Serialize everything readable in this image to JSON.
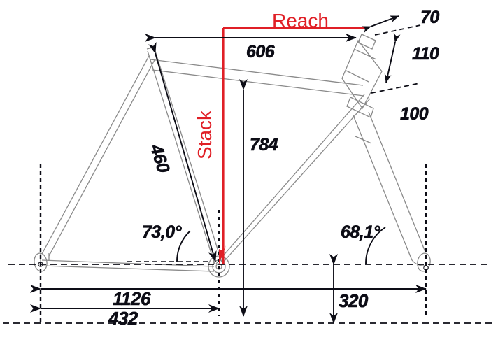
{
  "diagram": {
    "title": "Bicycle Frame Geometry",
    "units": "mm",
    "accent_color": "#e01f26",
    "line_color": "#0d0d16",
    "tube_color": "#8a8a8a"
  },
  "labels": {
    "reach": "Reach",
    "stack": "Stack",
    "top_tube_606": "606",
    "head_tube_70": "70",
    "head_tube_110": "110",
    "fork_100": "100",
    "seat_tube_460": "460",
    "stack_784": "784",
    "seat_angle": "73,0°",
    "head_angle": "68,1°",
    "wheelbase_1126": "1126",
    "chainstay_432": "432",
    "front_center_320": "320"
  },
  "chart_data": {
    "type": "diagram",
    "title": "Bicycle Frame Geometry",
    "measurements": [
      {
        "name": "reach",
        "label": "Reach",
        "value": null,
        "unit": "mm",
        "highlight": true
      },
      {
        "name": "stack",
        "label": "Stack",
        "value": null,
        "unit": "mm",
        "highlight": true
      },
      {
        "name": "horizontal_top_tube",
        "label": "606",
        "value": 606,
        "unit": "mm"
      },
      {
        "name": "head_tube_spacer",
        "label": "70",
        "value": 70,
        "unit": "mm"
      },
      {
        "name": "head_tube_length",
        "label": "110",
        "value": 110,
        "unit": "mm"
      },
      {
        "name": "fork_length",
        "label": "100",
        "value": 100,
        "unit": "mm"
      },
      {
        "name": "seat_tube_length",
        "label": "460",
        "value": 460,
        "unit": "mm"
      },
      {
        "name": "stack_height",
        "label": "784",
        "value": 784,
        "unit": "mm"
      },
      {
        "name": "seat_tube_angle",
        "label": "73,0°",
        "value": 73.0,
        "unit": "deg"
      },
      {
        "name": "head_tube_angle",
        "label": "68,1°",
        "value": 68.1,
        "unit": "deg"
      },
      {
        "name": "wheelbase",
        "label": "1126",
        "value": 1126,
        "unit": "mm"
      },
      {
        "name": "chainstay",
        "label": "432",
        "value": 432,
        "unit": "mm"
      },
      {
        "name": "bb_to_front_axle_offset",
        "label": "320",
        "value": 320,
        "unit": "mm"
      }
    ]
  }
}
